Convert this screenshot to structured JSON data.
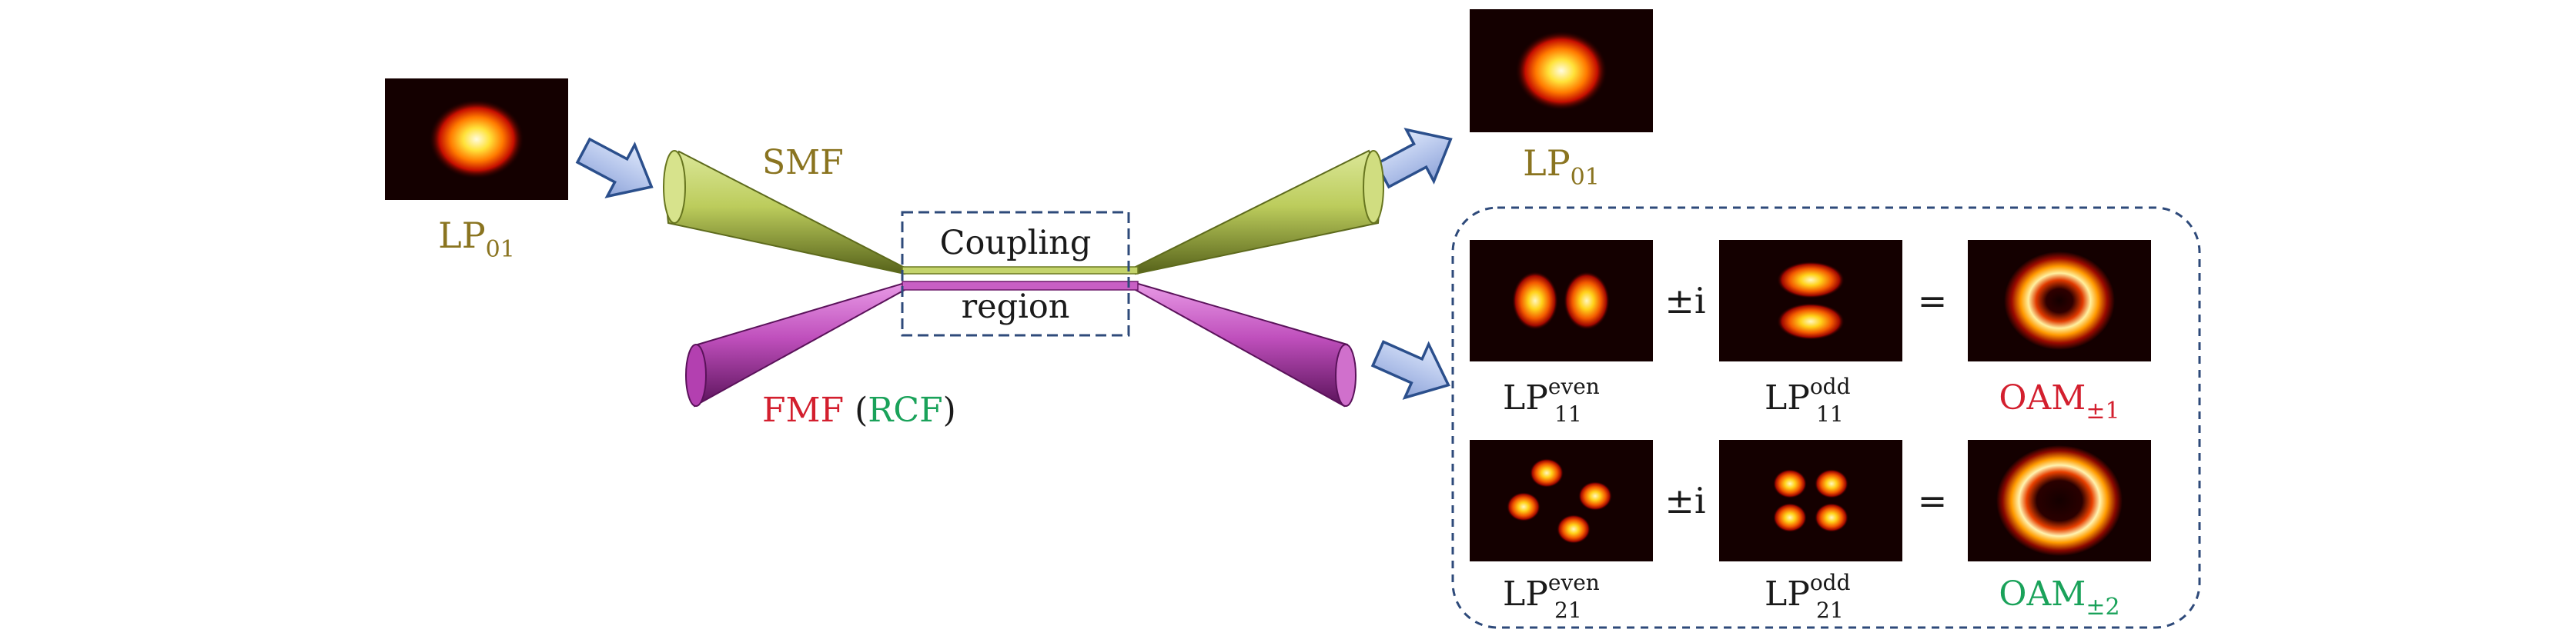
{
  "colors": {
    "olive": "#8a7420",
    "red": "#d31f2e",
    "green": "#1aa25a",
    "black": "#1a1a1a",
    "box_border": "#2e4a7a",
    "smf_fiber": "#c4d46c",
    "fmf_fiber": "#c85fc4",
    "arrow_fill": "#b7c9ee",
    "arrow_stroke": "#2b4f8c",
    "panel_bg": "#140000"
  },
  "labels": {
    "input_mode": {
      "base": "LP",
      "sub": "01"
    },
    "smf": "SMF",
    "fmf": "FMF",
    "rcf_open": "(",
    "rcf": "RCF",
    "rcf_close": ")",
    "coupling_line1": "Coupling",
    "coupling_line2": "region",
    "output_mode": {
      "base": "LP",
      "sub": "01"
    }
  },
  "oam_table": {
    "rows": [
      {
        "operator": "±i",
        "equals": "=",
        "term1": {
          "base": "LP",
          "sub": "11",
          "sup": "even"
        },
        "term2": {
          "base": "LP",
          "sub": "11",
          "sup": "odd"
        },
        "result": {
          "base": "OAM",
          "sub": "±1"
        }
      },
      {
        "operator": "±i",
        "equals": "=",
        "term1": {
          "base": "LP",
          "sub": "21",
          "sup": "even"
        },
        "term2": {
          "base": "LP",
          "sub": "21",
          "sup": "odd"
        },
        "result": {
          "base": "OAM",
          "sub": "±2"
        }
      }
    ]
  }
}
